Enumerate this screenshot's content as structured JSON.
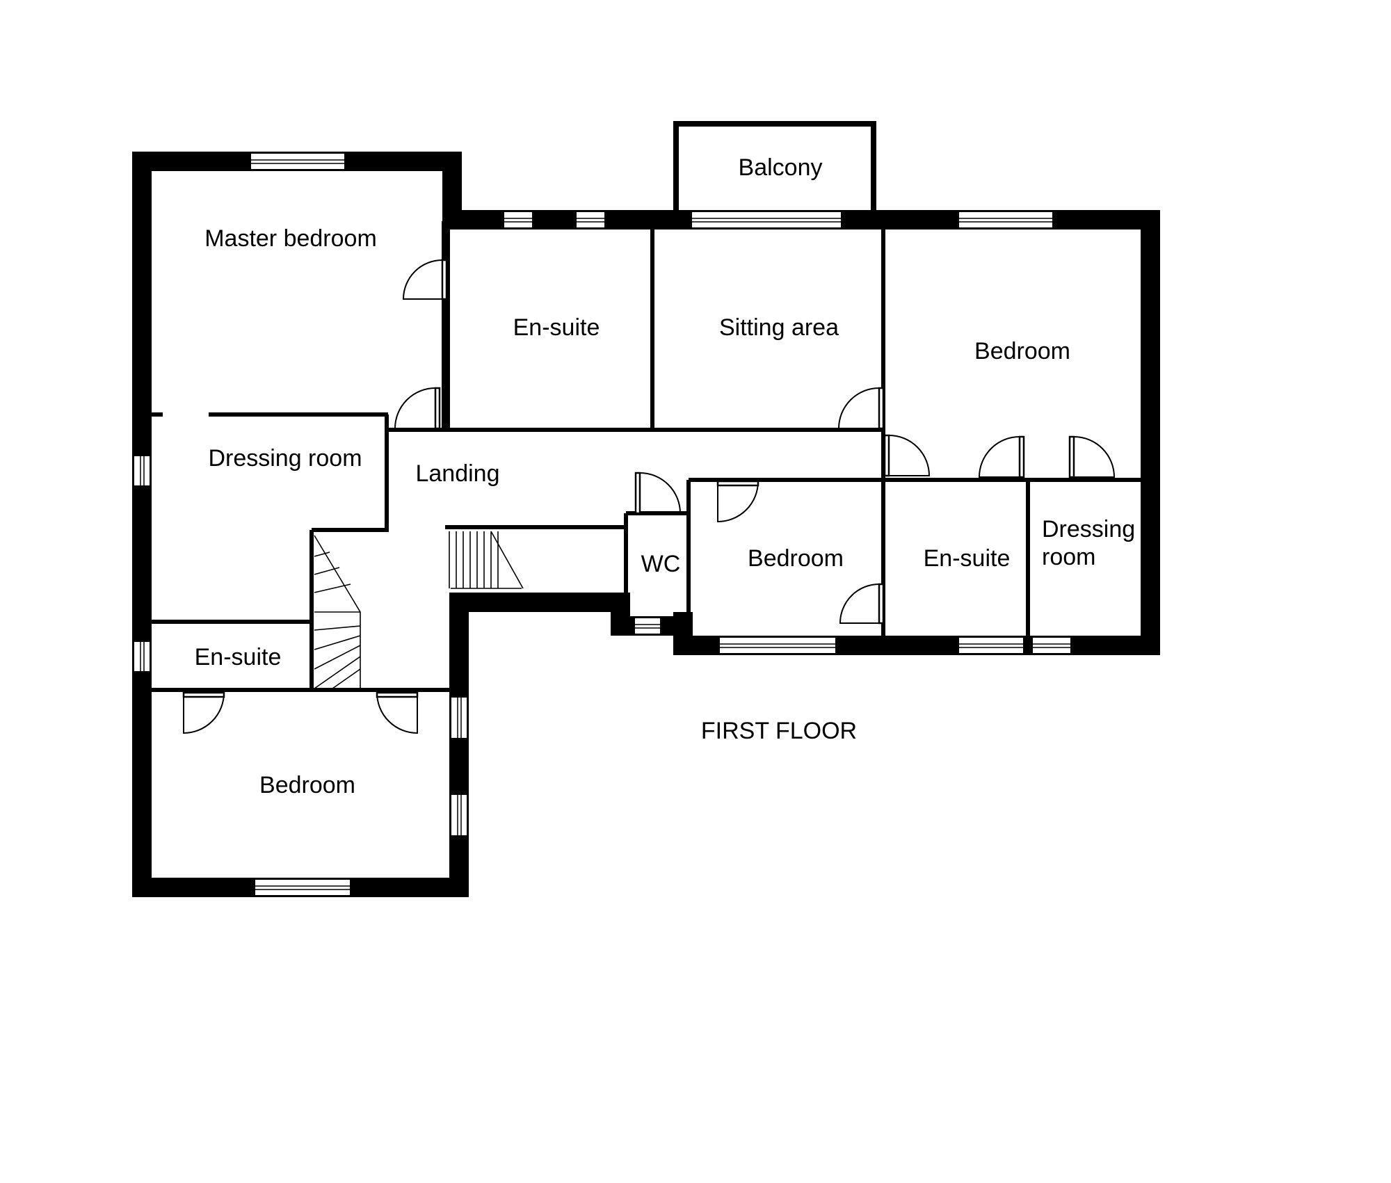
{
  "diagram": {
    "title": "FIRST FLOOR",
    "rooms": {
      "balcony": "Balcony",
      "master_bedroom": "Master bedroom",
      "ensuite_upper": "En-suite",
      "sitting_area": "Sitting area",
      "bedroom_east": "Bedroom",
      "dressing_room_west": "Dressing room",
      "landing": "Landing",
      "wc": "WC",
      "bedroom_middle": "Bedroom",
      "ensuite_east": "En-suite",
      "dressing_room_east_line1": "Dressing",
      "dressing_room_east_line2": "room",
      "ensuite_west": "En-suite",
      "bedroom_south": "Bedroom"
    }
  }
}
